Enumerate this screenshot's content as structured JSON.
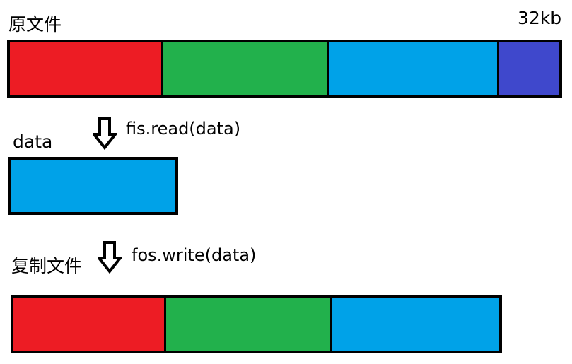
{
  "source_file": {
    "label": "原文件",
    "size_label": "32kb",
    "segments": [
      {
        "color": "#ed1c24",
        "share": 215
      },
      {
        "color": "#22b14c",
        "share": 233
      },
      {
        "color": "#00a2e8",
        "share": 238
      },
      {
        "color": "#3f48cc",
        "share": 85
      }
    ]
  },
  "read_step": {
    "call": "fis.read(data)",
    "arrow_icon": "down-arrow-icon"
  },
  "buffer": {
    "label": "data",
    "segments": [
      {
        "color": "#00a2e8",
        "share": 1
      }
    ]
  },
  "write_step": {
    "call": "fos.write(data)",
    "arrow_icon": "down-arrow-icon"
  },
  "copy_file": {
    "label": "复制文件",
    "segments": [
      {
        "color": "#ed1c24",
        "share": 213
      },
      {
        "color": "#22b14c",
        "share": 233
      },
      {
        "color": "#00a2e8",
        "share": 236
      }
    ]
  }
}
